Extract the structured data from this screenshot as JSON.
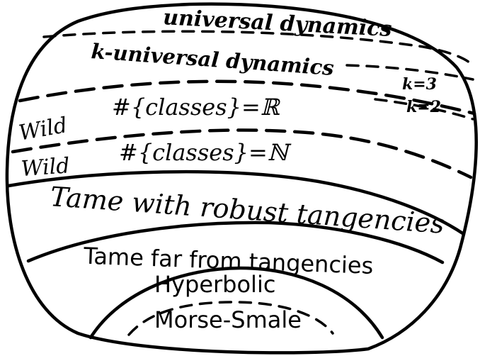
{
  "diagram": {
    "regions": {
      "universal": "universal dynamics",
      "k_universal": "k-universal dynamics",
      "k3": "k=3",
      "k2": "k=2",
      "wild_reals_label": "Wild",
      "wild_reals_formula": "#{classes}=ℝ",
      "wild_naturals_label": "Wild",
      "wild_naturals_formula": "#{classes}=ℕ",
      "tame_robust": "Tame with robust tangencies",
      "tame_far": "Tame far from tangencies",
      "hyperbolic": "Hyperbolic",
      "morse_smale": "Morse-Smale"
    }
  }
}
